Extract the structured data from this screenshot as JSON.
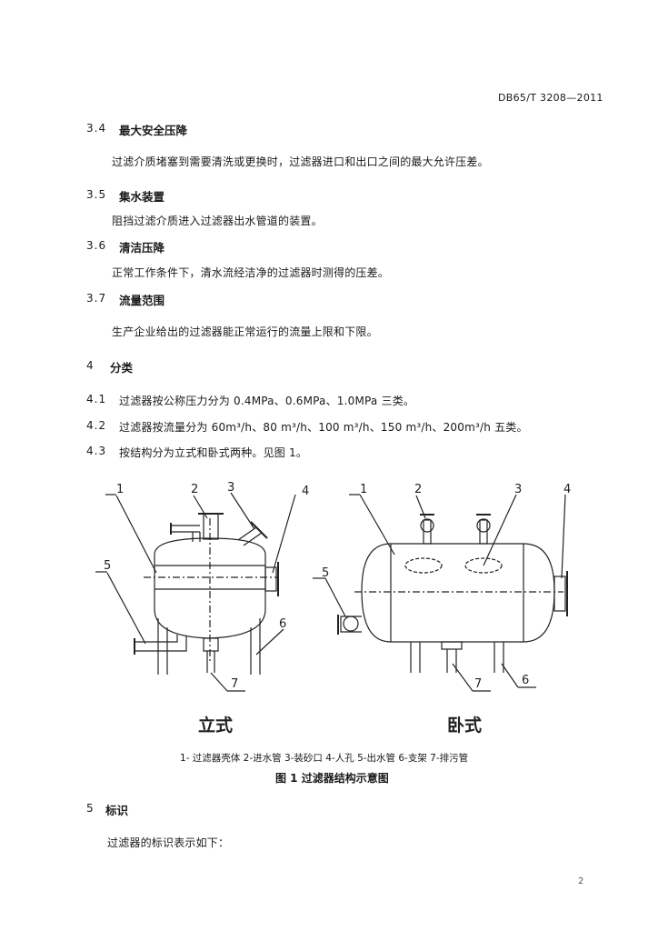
{
  "header": {
    "doc_number": "DB65/T 3208—2011"
  },
  "sections": [
    {
      "num": "3.4",
      "title": "最大安全压降",
      "text": "过滤介质堵塞到需要清洗或更换时，过滤器进口和出口之间的最大允许压差。"
    },
    {
      "num": "3.5",
      "title": "集水装置",
      "text": "阻挡过滤介质进入过滤器出水管道的装置。"
    },
    {
      "num": "3.6",
      "title": "清洁压降",
      "text": "正常工作条件下，清水流经洁净的过滤器时测得的压差。"
    },
    {
      "num": "3.7",
      "title": "流量范围",
      "text": "生产企业给出的过滤器能正常运行的流量上限和下限。"
    }
  ],
  "section4": {
    "num": "4",
    "title": "分类",
    "items": [
      {
        "num": "4.1",
        "text": "过滤器按公称压力分为 0.4MPa、0.6MPa、1.0MPa 三类。"
      },
      {
        "num": "4.2",
        "text": "过滤器按流量分为 60m³/h、80 m³/h、100 m³/h、150 m³/h、200m³/h 五类。"
      },
      {
        "num": "4.3",
        "text": "按结构分为立式和卧式两种。见图 1。"
      }
    ]
  },
  "figure": {
    "left_numbers": [
      "1",
      "2",
      "3",
      "4",
      "5",
      "6",
      "7"
    ],
    "right_numbers": [
      "1",
      "2",
      "3",
      "4",
      "5",
      "6",
      "7"
    ],
    "left_label": "立式",
    "right_label": "卧式",
    "legend": "1- 过滤器壳体 2-进水管 3-装砂口 4-人孔 5-出水管 6-支架 7-排污管",
    "title": "图 1   过滤器结构示意图"
  },
  "section5": {
    "num": "5",
    "title": "标识",
    "text": "过滤器的标识表示如下："
  },
  "footer": {
    "page_number": "2"
  }
}
